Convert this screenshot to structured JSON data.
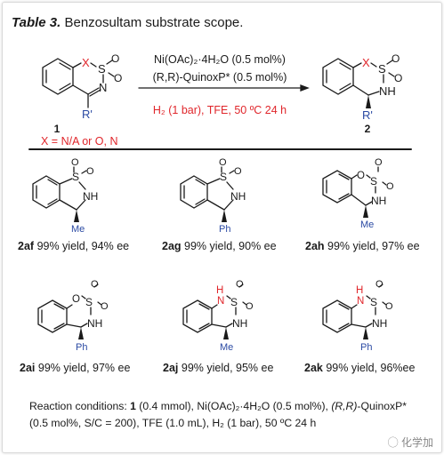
{
  "table": {
    "label": "Table 3.",
    "title": " Benzosultam substrate scope."
  },
  "scheme": {
    "reagent_line1": "Ni(OAc)₂·4H₂O (0.5 mol%)",
    "reagent_line2": "(R,R)-QuinoxP* (0.5 mol%)",
    "conditions": "H₂ (1 bar), TFE, 50 ºC 24 h",
    "start_number": "1",
    "product_number": "2",
    "x_def": "X = N/A or O, N"
  },
  "atoms": {
    "X": "X",
    "S": "S",
    "O": "O",
    "N": "N",
    "NH": "NH",
    "R": "R'",
    "Me": "Me",
    "Ph": "Ph",
    "H": "H"
  },
  "entries": [
    {
      "id": "2af",
      "result": "99% yield, 94% ee"
    },
    {
      "id": "2ag",
      "result": "99% yield, 90% ee"
    },
    {
      "id": "2ah",
      "result": "99% yield, 97% ee"
    },
    {
      "id": "2ai",
      "result": "99% yield, 97% ee"
    },
    {
      "id": "2aj",
      "result": "99% yield, 95% ee"
    },
    {
      "id": "2ak",
      "result": "99% yield, 96%ee"
    }
  ],
  "footer": {
    "p1": "Reaction conditions: ",
    "b1": "1",
    "p2": " (0.4 mmol), Ni(OAc)₂·4H₂O (0.5 mol%), ",
    "i1": "(R,R)",
    "p3": "-QuinoxP* (0.5 mol%, S/C = 200), TFE (1.0 mL), H₂ (1 bar), 50 ºC 24 h"
  },
  "watermark": "化学加",
  "colors": {
    "text": "#1a1a1a",
    "red": "#e0262b",
    "blue": "#2b4aa3"
  }
}
